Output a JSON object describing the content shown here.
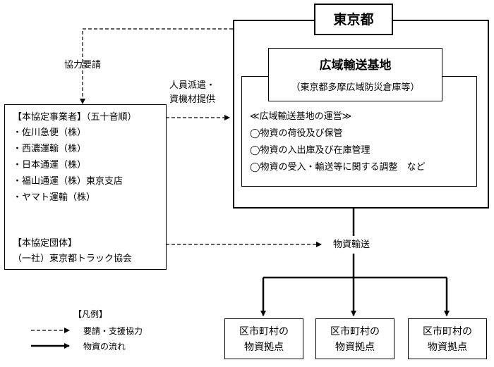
{
  "tokyo": {
    "title": "東京都"
  },
  "hub": {
    "title": "広域輸送基地",
    "subtitle": "（東京都多摩広域防災倉庫等）"
  },
  "ops": {
    "heading": "≪広域輸送基地の運営≫",
    "items": [
      "◯物資の荷役及び保管",
      "◯物資の入出庫及び在庫管理",
      "◯物資の受入・輸送等に関する調整　など"
    ]
  },
  "labels": {
    "cooperation_request": "協力要請",
    "dispatch_line1": "人員派遣・",
    "dispatch_line2": "資機材提供",
    "goods_transport": "物資輸送"
  },
  "companies": {
    "heading": "【本協定事業者】（五十音順）",
    "items": [
      "・佐川急便（株）",
      "・西濃運輸（株）",
      "・日本通運（株）",
      "・福山通運（株）東京支店",
      "・ヤマト運輸（株）"
    ]
  },
  "association": {
    "heading": "【本協定団体】",
    "name": "（一社）東京都トラック協会"
  },
  "bases": [
    {
      "line1": "区市町村の",
      "line2": "物資拠点"
    },
    {
      "line1": "区市町村の",
      "line2": "物資拠点"
    },
    {
      "line1": "区市町村の",
      "line2": "物資拠点"
    }
  ],
  "legend": {
    "title": "【凡例】",
    "dashed": "要請・支援協力",
    "solid": "物資の流れ"
  }
}
